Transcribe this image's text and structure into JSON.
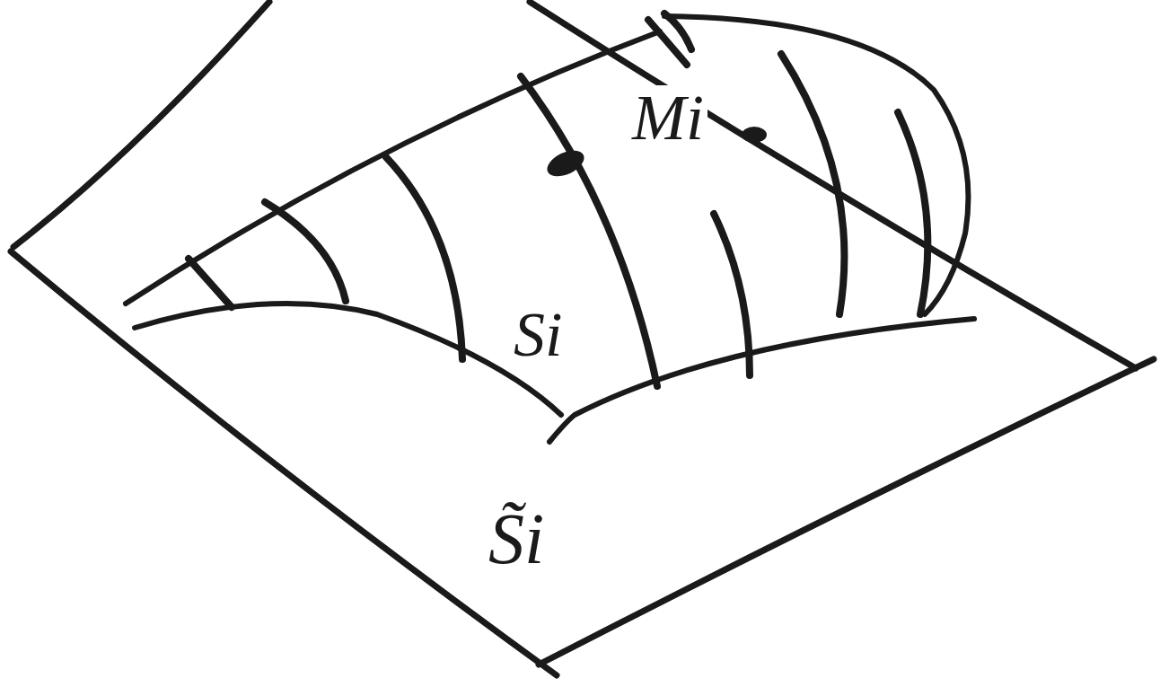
{
  "diagram": {
    "labels": [
      "Mi",
      "Si",
      "S̃i"
    ]
  }
}
